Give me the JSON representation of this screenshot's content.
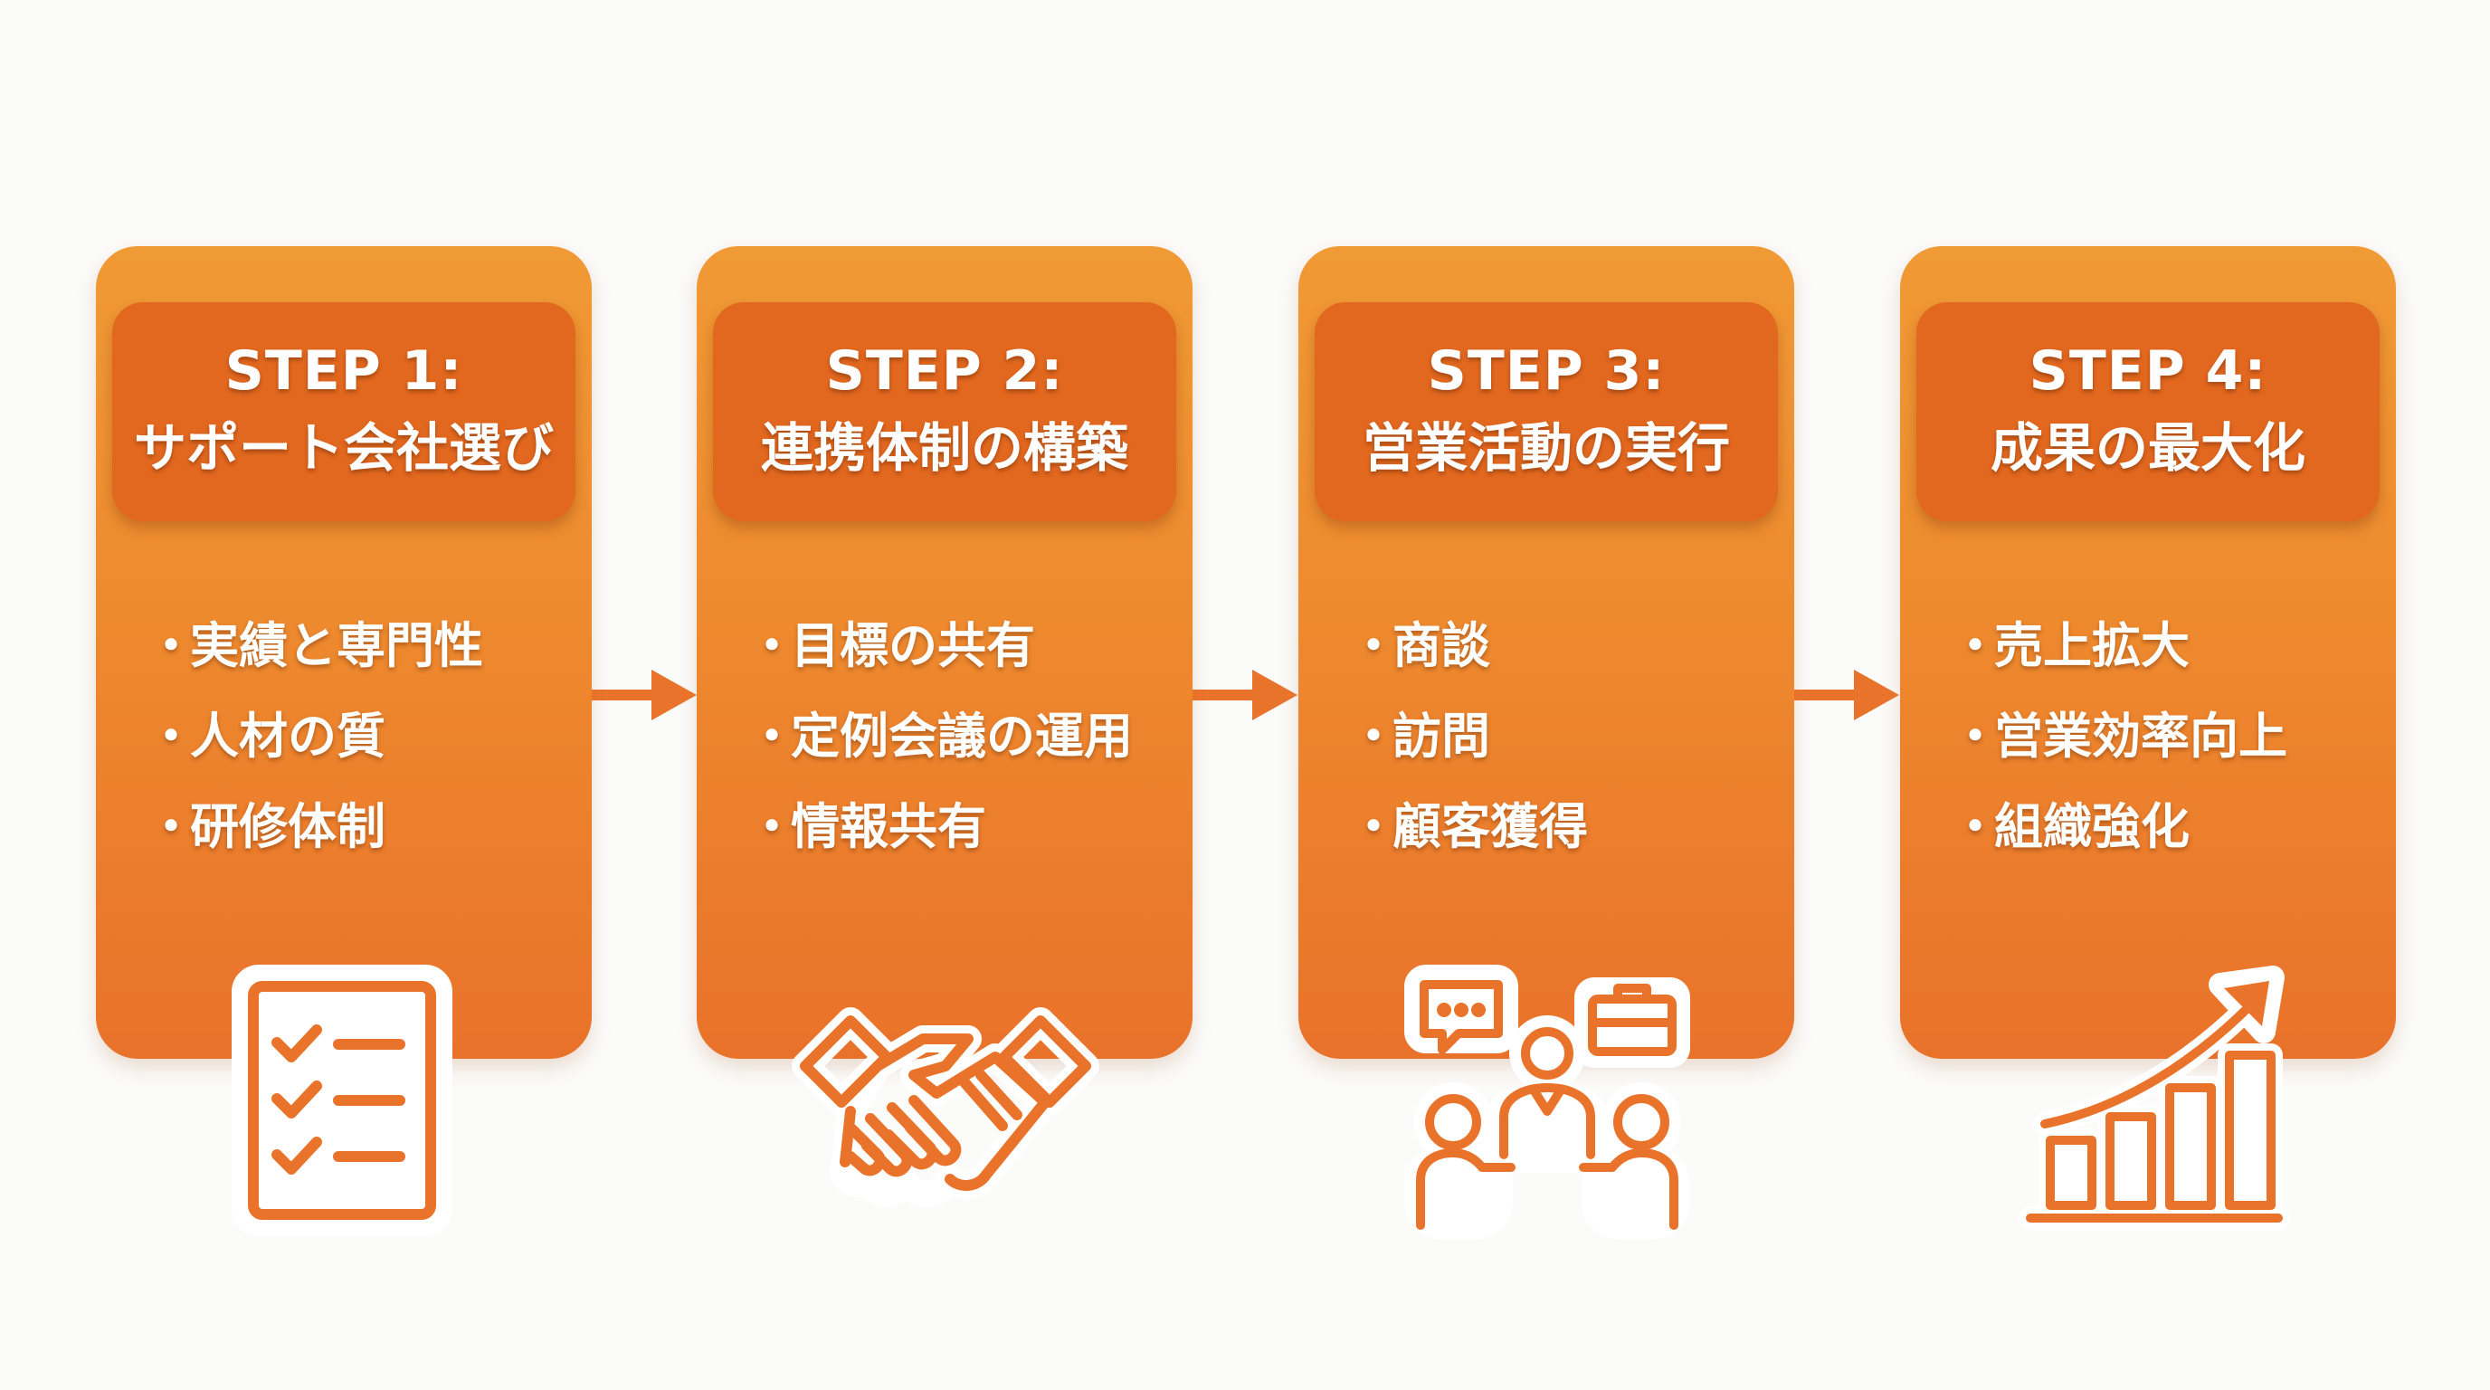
{
  "steps": [
    {
      "step_label": "STEP 1:",
      "title": "サポート会社選び",
      "bullets": [
        "実績と専門性",
        "人材の質",
        "研修体制"
      ],
      "icon": "checklist-icon"
    },
    {
      "step_label": "STEP 2:",
      "title": "連携体制の構築",
      "bullets": [
        "目標の共有",
        "定例会議の運用",
        "情報共有"
      ],
      "icon": "handshake-icon"
    },
    {
      "step_label": "STEP 3:",
      "title": "営業活動の実行",
      "bullets": [
        "商談",
        "訪問",
        "顧客獲得"
      ],
      "icon": "meeting-icon"
    },
    {
      "step_label": "STEP 4:",
      "title": "成果の最大化",
      "bullets": [
        "売上拡大",
        "営業効率向上",
        "組織強化"
      ],
      "icon": "growth-chart-icon"
    }
  ],
  "colors": {
    "card_top": "#f09a35",
    "card_bottom": "#e9722a",
    "header": "#e3681f",
    "accent": "#e9732a",
    "text": "#ffffff",
    "background": "#fbfbfa"
  }
}
